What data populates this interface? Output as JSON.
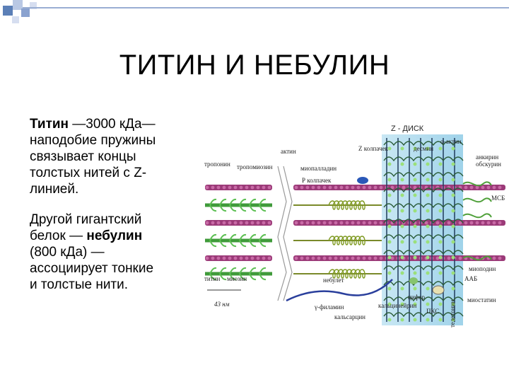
{
  "slide": {
    "title": "ТИТИН И НЕБУЛИН",
    "para1": {
      "term": "Титин",
      "rest_line1": " —3000 кДа—",
      "lines": [
        "наподобие пружины",
        "связывает концы",
        "толстых нитей с Z-",
        "линией."
      ]
    },
    "para2": {
      "line1": "Другой гигантский",
      "line2_pre": "белок — ",
      "line2_term": "небулин",
      "lines": [
        "(800 кДа) —",
        "ассоциирует тонкие",
        "и толстые нити."
      ]
    }
  },
  "figure": {
    "labels": {
      "z_disk": "Z - ДИСК",
      "alpha_actin": "α-актин",
      "actin": "актин",
      "z_cap": "Z колпачек",
      "desmin": "десмин",
      "ankyrin": "анкирин",
      "obscurin": "обскурин",
      "troponin": "тропонин",
      "tropomyosin": "тропомиозин",
      "myopalladin": "миопалладин",
      "r_cap": "Р колпачек",
      "mcb": "МСБ",
      "myopodin": "миоподин",
      "aab": "ААБ",
      "titin": "титин",
      "myosin": "миозин",
      "nebulet": "небулет",
      "scale": "43 нм",
      "cipher": "цифер",
      "calsequestrin": "кальцинейрин",
      "pks": "ПКС",
      "myostatin": "миостатин",
      "gamma_filamin": "γ-филамин",
      "calsarcin": "кальсарцин",
      "telethonin": "телетонин"
    }
  }
}
